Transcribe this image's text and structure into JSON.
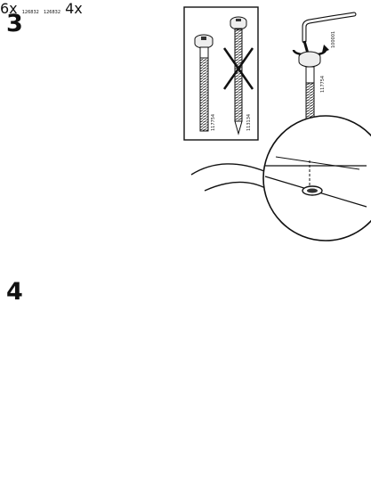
{
  "steps": [
    {
      "number": "3",
      "callout_qty": "6x",
      "part_codes": [
        "117754",
        "113134",
        "117754",
        "100001"
      ]
    },
    {
      "number": "4",
      "callout_qty": "4x",
      "part_codes": [
        "126832",
        "126832"
      ]
    }
  ]
}
